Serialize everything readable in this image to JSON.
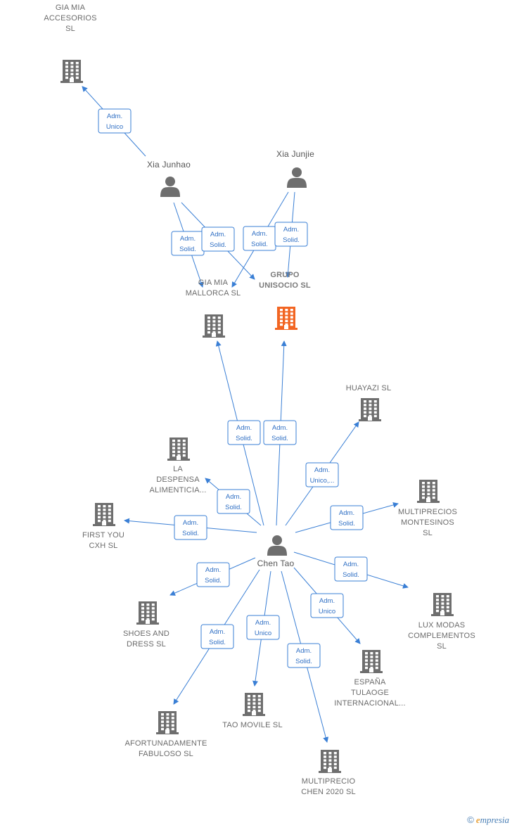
{
  "colors": {
    "building": "#6e6e6e",
    "building_main": "#f26522",
    "person": "#6e6e6e",
    "edge": "#3a7fd5"
  },
  "nodes": [
    {
      "id": "gia_acc",
      "type": "company",
      "label": [
        "GIA MIA",
        "ACCESORIOS",
        "SL"
      ],
      "icon": "building-icon"
    },
    {
      "id": "xia_junhao",
      "type": "person",
      "label": [
        "Xia Junhao"
      ],
      "icon": "person-icon"
    },
    {
      "id": "xia_junjie",
      "type": "person",
      "label": [
        "Xia Junjie"
      ],
      "icon": "person-icon"
    },
    {
      "id": "gia_mallorca",
      "type": "company",
      "label": [
        "GIA MIA",
        "MALLORCA  SL"
      ],
      "icon": "building-icon"
    },
    {
      "id": "grupo",
      "type": "company",
      "main": true,
      "label": [
        "GRUPO",
        "UNISOCIO  SL"
      ],
      "icon": "building-icon"
    },
    {
      "id": "huayazi",
      "type": "company",
      "label": [
        "HUAYAZI  SL"
      ],
      "icon": "building-icon"
    },
    {
      "id": "despensa",
      "type": "company",
      "label": [
        "LA",
        "DESPENSA",
        "ALIMENTICIA..."
      ],
      "icon": "building-icon"
    },
    {
      "id": "multiprecios",
      "type": "company",
      "label": [
        "MULTIPRECIOS",
        "MONTESINOS",
        "SL"
      ],
      "icon": "building-icon"
    },
    {
      "id": "firstyou",
      "type": "company",
      "label": [
        "FIRST YOU",
        "CXH  SL"
      ],
      "icon": "building-icon"
    },
    {
      "id": "chentao",
      "type": "person",
      "label": [
        "Chen Tao"
      ],
      "icon": "person-icon"
    },
    {
      "id": "shoes",
      "type": "company",
      "label": [
        "SHOES AND",
        "DRESS  SL"
      ],
      "icon": "building-icon"
    },
    {
      "id": "luxmodas",
      "type": "company",
      "label": [
        "LUX MODAS",
        "COMPLEMENTOS",
        "SL"
      ],
      "icon": "building-icon"
    },
    {
      "id": "espana",
      "type": "company",
      "label": [
        "ESPAÑA",
        "TULAOGE",
        "INTERNACIONAL..."
      ],
      "icon": "building-icon"
    },
    {
      "id": "afortunadamente",
      "type": "company",
      "label": [
        "AFORTUNADAMENTE",
        "FABULOSO  SL"
      ],
      "icon": "building-icon"
    },
    {
      "id": "taomovile",
      "type": "company",
      "label": [
        "TAO MOVILE SL"
      ],
      "icon": "building-icon"
    },
    {
      "id": "multiprecio2020",
      "type": "company",
      "label": [
        "MULTIPRECIO",
        "CHEN 2020  SL"
      ],
      "icon": "building-icon"
    }
  ],
  "edges": [
    {
      "from": "xia_junhao",
      "to": "gia_acc",
      "label": [
        "Adm.",
        "Unico"
      ]
    },
    {
      "from": "xia_junhao",
      "to": "gia_mallorca",
      "label": [
        "Adm.",
        "Solid."
      ]
    },
    {
      "from": "xia_junhao",
      "to": "grupo",
      "label": [
        "Adm.",
        "Solid."
      ]
    },
    {
      "from": "xia_junjie",
      "to": "gia_mallorca",
      "label": [
        "Adm.",
        "Solid."
      ]
    },
    {
      "from": "xia_junjie",
      "to": "grupo",
      "label": [
        "Adm.",
        "Solid."
      ]
    },
    {
      "from": "chentao",
      "to": "gia_mallorca",
      "label": [
        "Adm.",
        "Solid."
      ]
    },
    {
      "from": "chentao",
      "to": "grupo",
      "label": [
        "Adm.",
        "Solid."
      ]
    },
    {
      "from": "chentao",
      "to": "huayazi",
      "label": [
        "Adm.",
        "Unico,..."
      ]
    },
    {
      "from": "chentao",
      "to": "despensa",
      "label": [
        "Adm.",
        "Solid."
      ]
    },
    {
      "from": "chentao",
      "to": "multiprecios",
      "label": [
        "Adm.",
        "Solid."
      ]
    },
    {
      "from": "chentao",
      "to": "firstyou",
      "label": [
        "Adm.",
        "Solid."
      ]
    },
    {
      "from": "chentao",
      "to": "shoes",
      "label": [
        "Adm.",
        "Solid."
      ]
    },
    {
      "from": "chentao",
      "to": "luxmodas",
      "label": [
        "Adm.",
        "Solid."
      ]
    },
    {
      "from": "chentao",
      "to": "espana",
      "label": [
        "Adm.",
        "Unico"
      ]
    },
    {
      "from": "chentao",
      "to": "afortunadamente",
      "label": [
        "Adm.",
        "Solid."
      ]
    },
    {
      "from": "chentao",
      "to": "taomovile",
      "label": [
        "Adm.",
        "Unico"
      ]
    },
    {
      "from": "chentao",
      "to": "multiprecio2020",
      "label": [
        "Adm.",
        "Solid."
      ]
    }
  ],
  "footer": {
    "copyright": "©",
    "brand_first": "e",
    "brand_rest": "mpresia"
  }
}
